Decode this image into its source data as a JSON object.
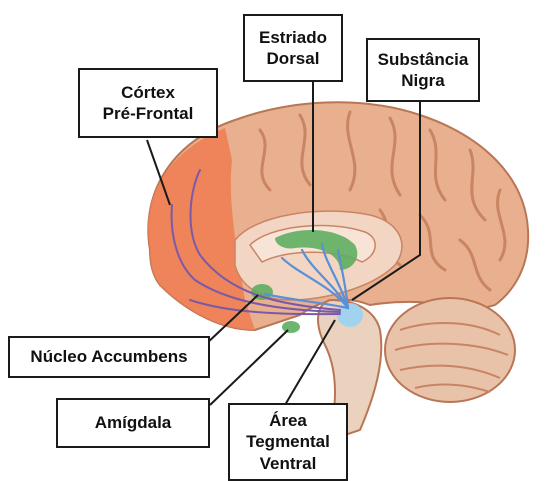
{
  "labels": {
    "cortex_pre_frontal": {
      "line1": "Córtex",
      "line2": "Pré-Frontal"
    },
    "estriado_dorsal": {
      "line1": "Estriado",
      "line2": "Dorsal"
    },
    "substancia_nigra": {
      "line1": "Substância",
      "line2": "Nigra"
    },
    "nucleo_accumbens": {
      "line1": "Núcleo Accumbens"
    },
    "amigdala": {
      "line1": "Amígdala"
    },
    "area_tegmental_ventral": {
      "line1": "Área",
      "line2": "Tegmental",
      "line3": "Ventral"
    }
  },
  "colors": {
    "cortex": "#e8b08e",
    "cortex_shadow": "#c98463",
    "prefrontal": "#f07f55",
    "highlight_green": "#5fae60",
    "dopamine_blue": "#9ed3f0",
    "arrow_blue": "#5b8fd6",
    "arrow_purple": "#7a5aa8",
    "brainstem": "#ead2bf",
    "cerebellum": "#e9c2aa"
  }
}
